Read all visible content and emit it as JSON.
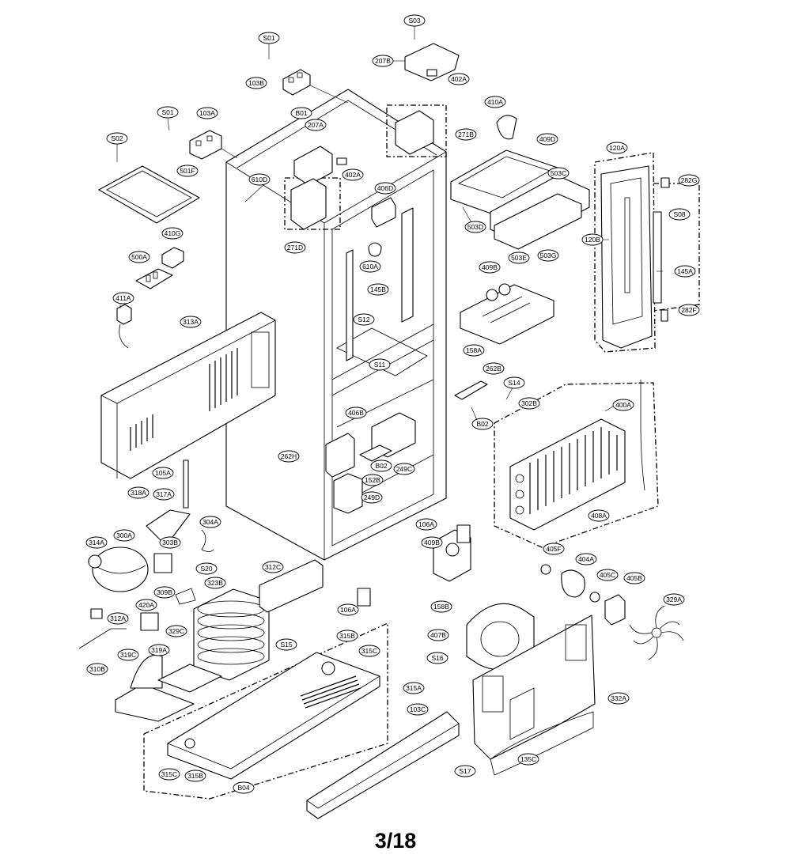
{
  "page_number": "3/18",
  "labels": [
    "S01",
    "103B",
    "S03",
    "207B",
    "402A",
    "S01",
    "103A",
    "B01",
    "207A",
    "402A",
    "410A",
    "271B",
    "409D",
    "S02",
    "501F",
    "610D",
    "271D",
    "406D",
    "120A",
    "503C",
    "282G",
    "S08",
    "503D",
    "503E",
    "503G",
    "120B",
    "145A",
    "410G",
    "500A",
    "610A",
    "145B",
    "409B",
    "411A",
    "313A",
    "S12",
    "S11",
    "282F",
    "158A",
    "262B",
    "S14",
    "B02",
    "302B",
    "400A",
    "406B",
    "262H",
    "B02",
    "152B",
    "249C",
    "249D",
    "105A",
    "318A",
    "317A",
    "408A",
    "106A",
    "304A",
    "314A",
    "300A",
    "303B",
    "409B",
    "405F",
    "404A",
    "S20",
    "312C",
    "405C",
    "405B",
    "309B",
    "323B",
    "420A",
    "106A",
    "158B",
    "407B",
    "329A",
    "312A",
    "329C",
    "S15",
    "315B",
    "315C",
    "310B",
    "319C",
    "319A",
    "S16",
    "332A",
    "315A",
    "103C",
    "315C",
    "315B",
    "B04",
    "135C",
    "S17"
  ]
}
